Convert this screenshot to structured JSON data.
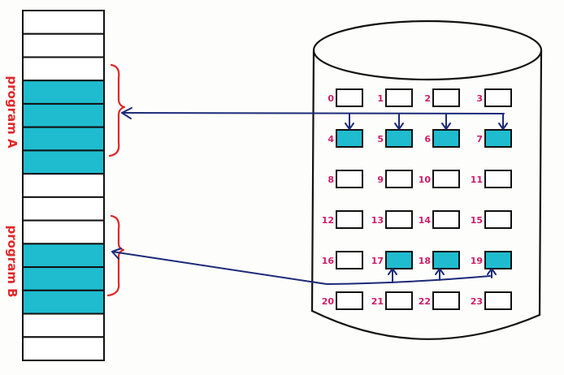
{
  "memory": {
    "rows": [
      {
        "filled": false
      },
      {
        "filled": false
      },
      {
        "filled": false
      },
      {
        "filled": true
      },
      {
        "filled": true
      },
      {
        "filled": true
      },
      {
        "filled": true
      },
      {
        "filled": false
      },
      {
        "filled": false
      },
      {
        "filled": false
      },
      {
        "filled": true
      },
      {
        "filled": true
      },
      {
        "filled": true
      },
      {
        "filled": false
      },
      {
        "filled": false
      }
    ]
  },
  "labels": {
    "program_a": "program A",
    "program_b": "program B"
  },
  "disk": {
    "blocks": [
      {
        "num": "0",
        "filled": false
      },
      {
        "num": "1",
        "filled": false
      },
      {
        "num": "2",
        "filled": false
      },
      {
        "num": "3",
        "filled": false
      },
      {
        "num": "4",
        "filled": true
      },
      {
        "num": "5",
        "filled": true
      },
      {
        "num": "6",
        "filled": true
      },
      {
        "num": "7",
        "filled": true
      },
      {
        "num": "8",
        "filled": false
      },
      {
        "num": "9",
        "filled": false
      },
      {
        "num": "10",
        "filled": false
      },
      {
        "num": "11",
        "filled": false
      },
      {
        "num": "12",
        "filled": false
      },
      {
        "num": "13",
        "filled": false
      },
      {
        "num": "14",
        "filled": false
      },
      {
        "num": "15",
        "filled": false
      },
      {
        "num": "16",
        "filled": false
      },
      {
        "num": "17",
        "filled": true
      },
      {
        "num": "18",
        "filled": true
      },
      {
        "num": "19",
        "filled": true
      },
      {
        "num": "20",
        "filled": false
      },
      {
        "num": "21",
        "filled": false
      },
      {
        "num": "22",
        "filled": false
      },
      {
        "num": "23",
        "filled": false
      }
    ]
  },
  "colors": {
    "fill": "#1fbccf",
    "ink": "#111111",
    "arrow": "#1c2a78",
    "brace": "#e0282a",
    "label": "#d01c6a"
  }
}
